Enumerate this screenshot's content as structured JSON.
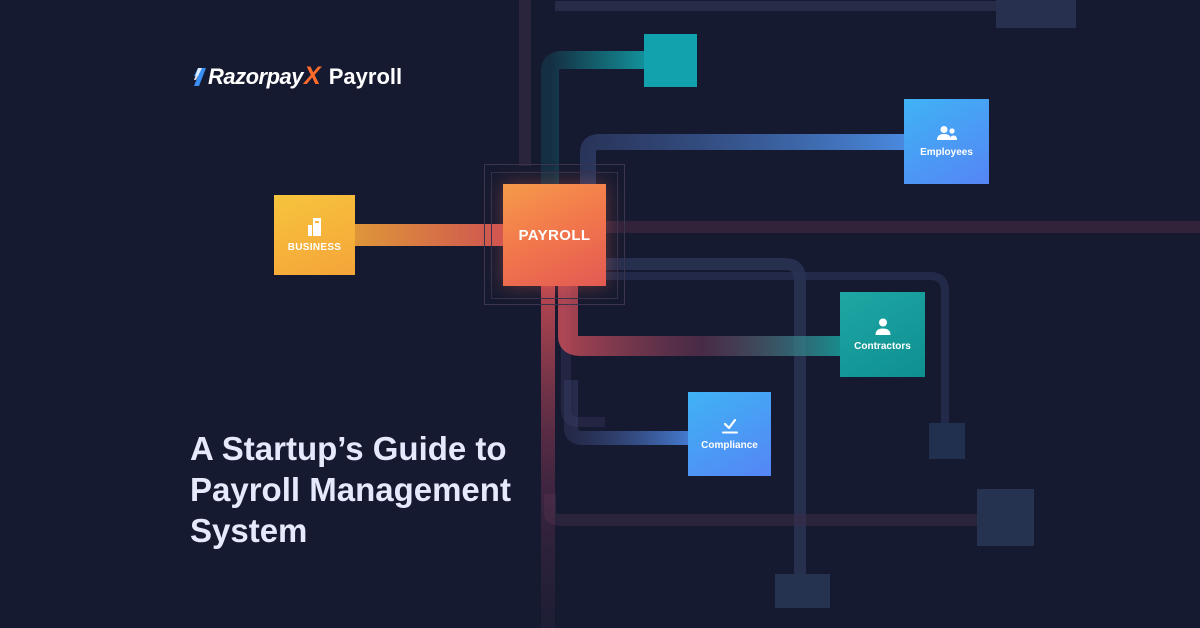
{
  "brand": {
    "name": "Razorpay",
    "x_mark": "X",
    "product": "Payroll"
  },
  "headline": {
    "lines": [
      "A Startup’s Guide to",
      "Payroll Management",
      "System"
    ]
  },
  "diagram": {
    "business": {
      "label": "BUSINESS",
      "icon": "building-icon"
    },
    "payroll": {
      "label": "PAYROLL"
    },
    "employees": {
      "label": "Employees",
      "icon": "users-icon"
    },
    "contractors": {
      "label": "Contractors",
      "icon": "person-icon"
    },
    "compliance": {
      "label": "Compliance",
      "icon": "check-icon"
    }
  },
  "colors": {
    "background": "#161a30",
    "business": "#f5a43a",
    "payroll": "#f2764c",
    "employees": "#4f95f5",
    "contractors": "#13999a",
    "compliance": "#4f95f5",
    "accent_x": "#ff6b2b",
    "headline_text": "#e6e9fb"
  }
}
